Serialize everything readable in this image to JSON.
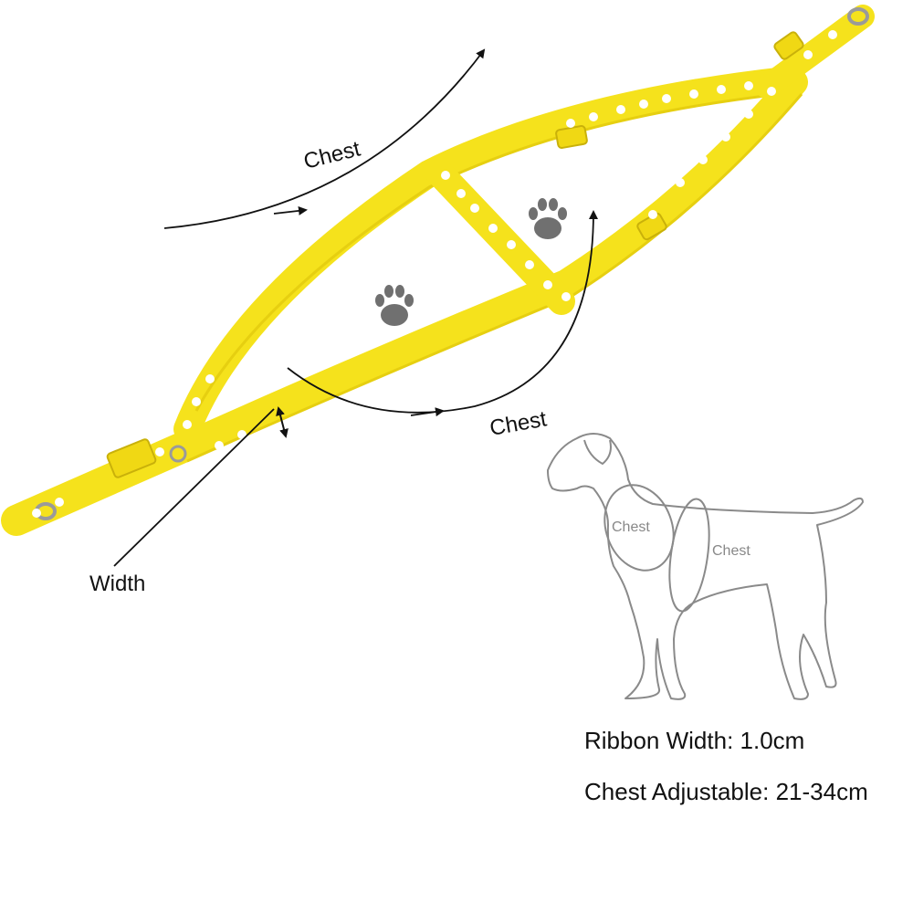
{
  "labels": {
    "chest_top": "Chest",
    "chest_bottom": "Chest",
    "width": "Width",
    "dog_neck": "Chest",
    "dog_body": "Chest"
  },
  "specs": {
    "ribbon_width": "Ribbon Width: 1.0cm",
    "chest_adjustable": "Chest Adjustable: 21-34cm"
  },
  "colors": {
    "ribbon": "#f5e21c",
    "ribbon_shadow": "#d9c20e",
    "paw_print": "#ffffff",
    "paw_icon": "#707070",
    "dog_outline": "#8a8a8a",
    "arrow": "#111111"
  },
  "icons": [
    "paw-icon",
    "paw-icon",
    "dog-outline"
  ]
}
